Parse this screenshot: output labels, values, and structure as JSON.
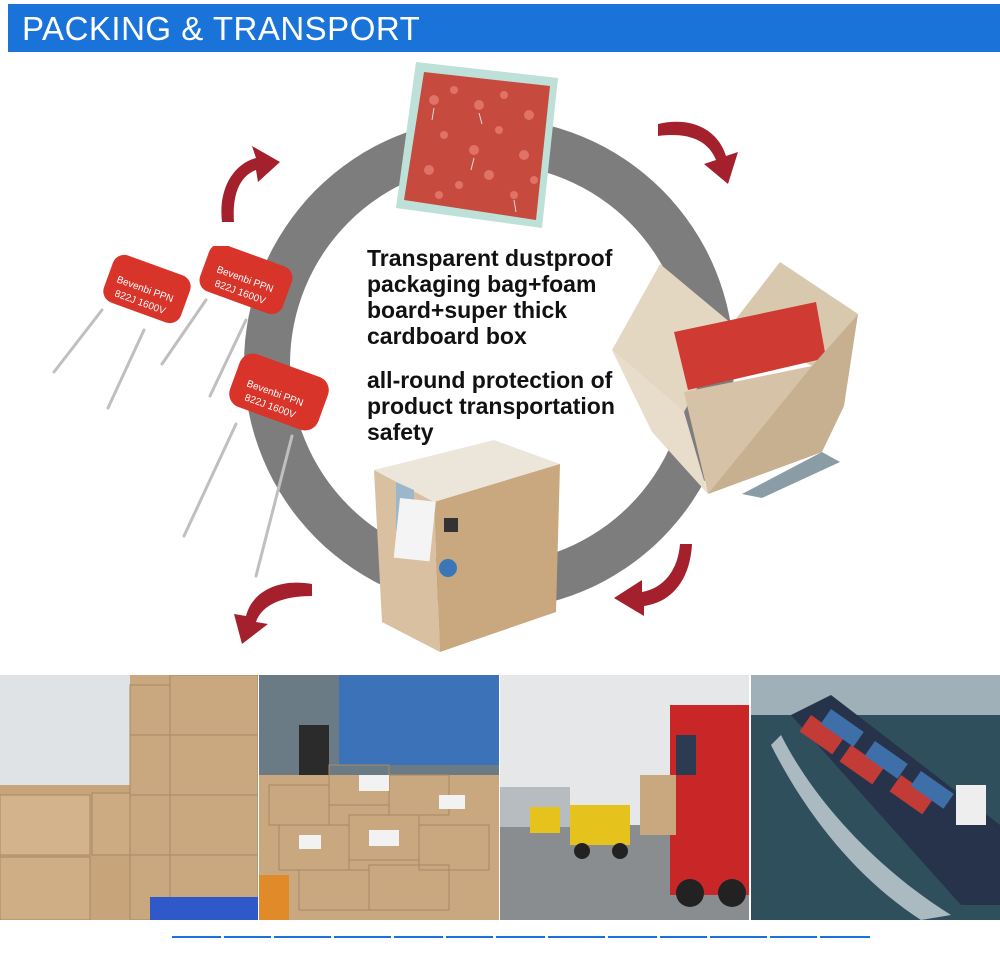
{
  "header": {
    "title": "PACKING & TRANSPORT"
  },
  "description": {
    "packaging": "Transparent dustproof\npackaging bag+foam\nboard+super thick\ncardboard box",
    "protection": "all-round protection of\nproduct transportation\nsafety"
  },
  "capacitor_marking": {
    "brand": "Bevenbi PPN",
    "rating": "822J 1600V"
  },
  "colors": {
    "header": "#1a73d9",
    "ring": "#7d7d7d",
    "arrow": "#a3202c",
    "capacitor": "#d8342a",
    "cardboard": "#c9a77f"
  }
}
